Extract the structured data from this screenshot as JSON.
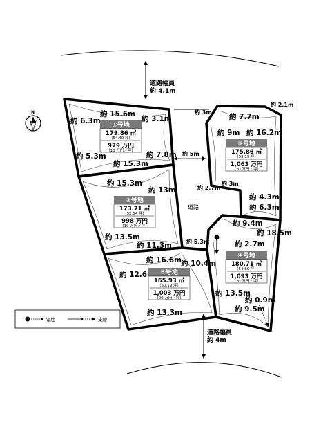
{
  "north": {
    "label": "N"
  },
  "roads": {
    "north": {
      "name": "道路幅員",
      "width": "約 4.1m"
    },
    "south": {
      "name": "道路幅員",
      "width": "約 4m"
    },
    "internal_label": "道路",
    "internal_width": "約 5m"
  },
  "lots": [
    {
      "id": "lot1",
      "name": "①号地",
      "area": "179.86 ㎡",
      "tsubo": "（54.40 坪）",
      "price": "979 万円",
      "unit_price": "（18 万円／坪）"
    },
    {
      "id": "lot2",
      "name": "②号地",
      "area": "173.71 ㎡",
      "tsubo": "（52.54 坪）",
      "price": "998 万円",
      "unit_price": "（19 万円／坪）"
    },
    {
      "id": "lot3",
      "name": "③号地",
      "area": "165.93 ㎡",
      "tsubo": "（50.19 坪）",
      "price": "1,003 万円",
      "unit_price": "（20 万円／坪）"
    },
    {
      "id": "lot4",
      "name": "④号地",
      "area": "180.71 ㎡",
      "tsubo": "（54.66 坪）",
      "price": "1,093 万円",
      "unit_price": "（20 万円／坪）"
    },
    {
      "id": "lot5",
      "name": "⑤号地",
      "area": "175.86 ㎡",
      "tsubo": "（53.19 坪）",
      "price": "1,063 万円",
      "unit_price": "（20 万円／坪）"
    }
  ],
  "dimensions": {
    "l1_top": "約 15.6m",
    "l1_topright": "約 3.1m",
    "l1_left_upper": "約 6.3m",
    "l1_left_lower": "約 5.3m",
    "l1_bottom": "約 15.3m",
    "l1_right": "約 7.8m",
    "l2_top": "約 15.3m",
    "l2_right": "約 13m",
    "l2_left": "約 13.5m",
    "l2_bottom": "約 11.3m",
    "l3_top": "約 16.6m",
    "l3_topright": "約 10.4m",
    "l3_left": "約 12.6m",
    "l3_bottom": "約 13.3m",
    "l4_top": "約 9.4m",
    "l4_right": "約 18.5m",
    "l4_inner": "約 2.7m",
    "l4_left": "約 13.5m",
    "l4_bottom_right": "約 0.9m",
    "l4_bottom": "約 9.5m",
    "l5_top": "約 7.7m",
    "l5_corner": "約 2.1m",
    "l5_left": "約 9m",
    "l5_right": "約 16.2m",
    "l5_notch_v": "約 4.3m",
    "l5_notch_h": "約 6.3m",
    "road_corner": "約 3m",
    "road_notch": "約 3m",
    "road_mid": "約 2.7m",
    "road_lower": "約 5.3m"
  },
  "legend": {
    "pole": "電柱",
    "guy": "支線"
  }
}
